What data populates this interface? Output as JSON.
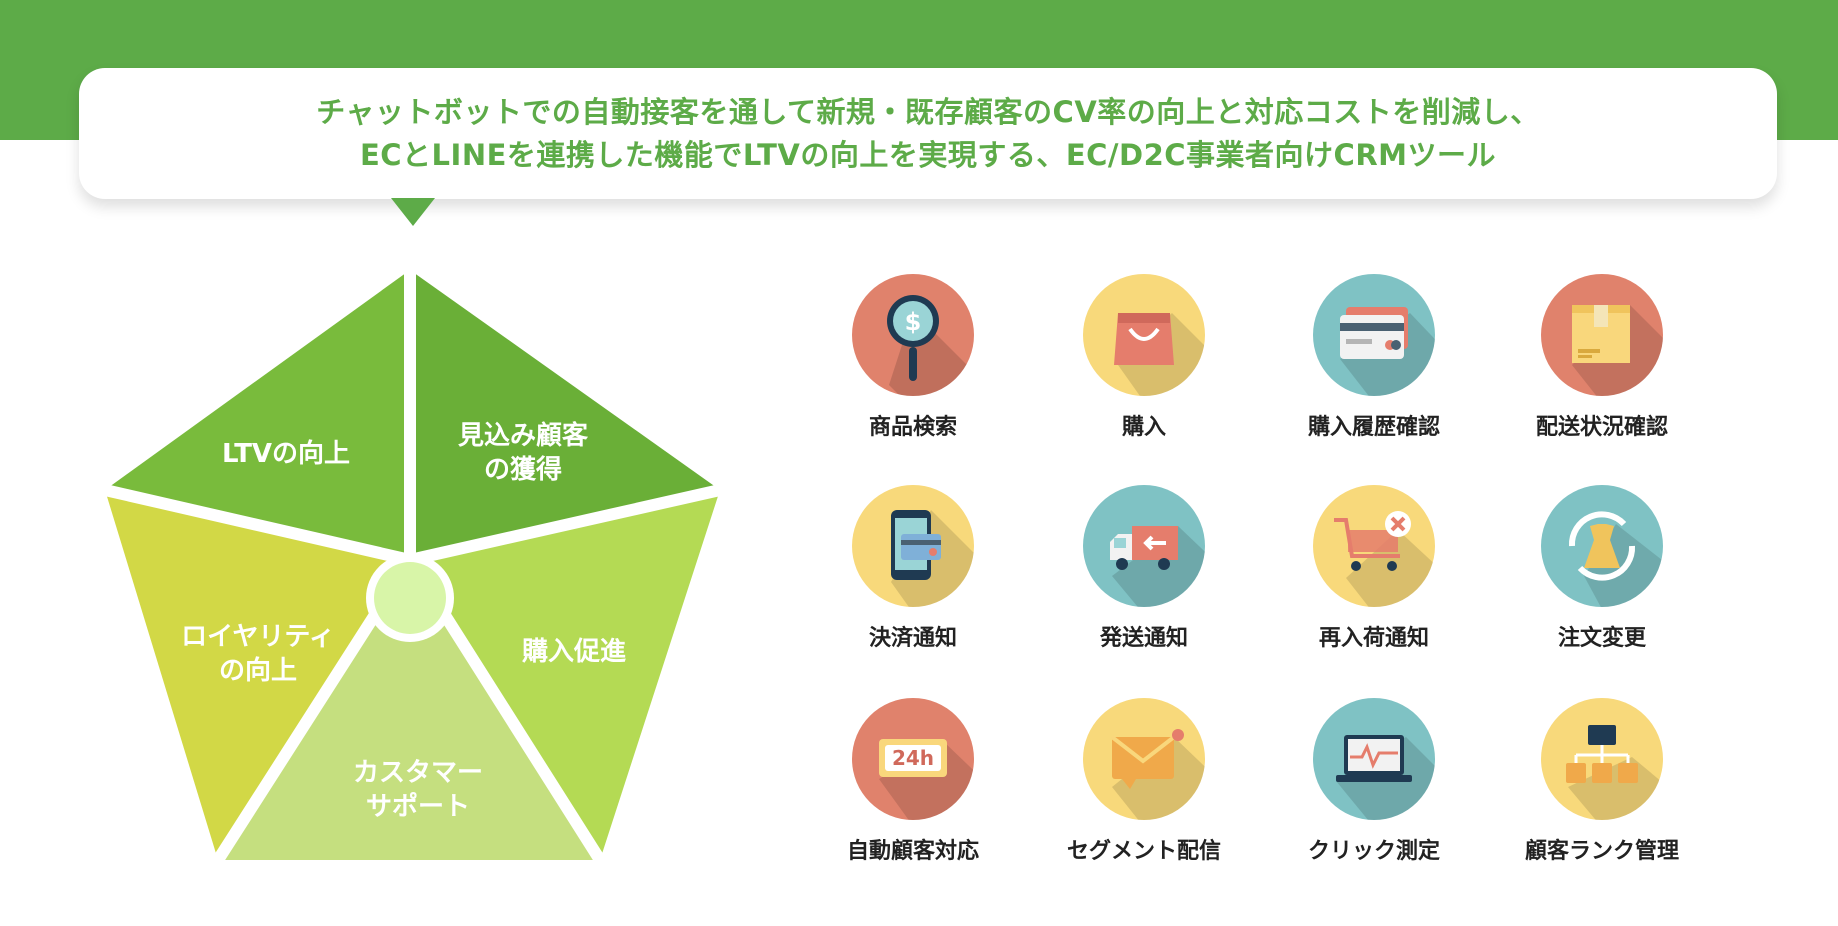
{
  "header": {
    "line1": "チャットボットでの自動接客を通して新規・既存顧客のCV率の向上と対応コストを削減し、",
    "line2": "ECとLINEを連携した機能でLTVの向上を実現する、EC/D2C事業者向けCRMツール"
  },
  "pentagon": {
    "segments": [
      {
        "line1": "LTVの向上",
        "line2": ""
      },
      {
        "line1": "見込み顧客",
        "line2": "の獲得"
      },
      {
        "line1": "購入促進",
        "line2": ""
      },
      {
        "line1": "カスタマー",
        "line2": "サポート"
      },
      {
        "line1": "ロイヤリティ",
        "line2": "の向上"
      }
    ]
  },
  "features": [
    {
      "label": "商品検索",
      "icon": "magnifier-dollar-icon",
      "color": "#e0826c"
    },
    {
      "label": "購入",
      "icon": "shopping-bag-icon",
      "color": "#f8d97b"
    },
    {
      "label": "購入履歴確認",
      "icon": "credit-card-icon",
      "color": "#7fc2c4"
    },
    {
      "label": "配送状況確認",
      "icon": "package-box-icon",
      "color": "#e0826c"
    },
    {
      "label": "決済通知",
      "icon": "smartphone-card-icon",
      "color": "#f8d97b"
    },
    {
      "label": "発送通知",
      "icon": "delivery-truck-icon",
      "color": "#7fc2c4"
    },
    {
      "label": "再入荷通知",
      "icon": "shopping-cart-x-icon",
      "color": "#f8d97b"
    },
    {
      "label": "注文変更",
      "icon": "refresh-dress-icon",
      "color": "#7fc2c4"
    },
    {
      "label": "自動顧客対応",
      "icon": "clock-24h-icon",
      "color": "#e0826c"
    },
    {
      "label": "セグメント配信",
      "icon": "envelope-icon",
      "color": "#f8d97b"
    },
    {
      "label": "クリック測定",
      "icon": "laptop-chart-icon",
      "color": "#7fc2c4"
    },
    {
      "label": "顧客ランク管理",
      "icon": "hierarchy-icon",
      "color": "#f8d97b"
    }
  ],
  "icon_text": {
    "dollar": "$",
    "hours": "24h"
  }
}
